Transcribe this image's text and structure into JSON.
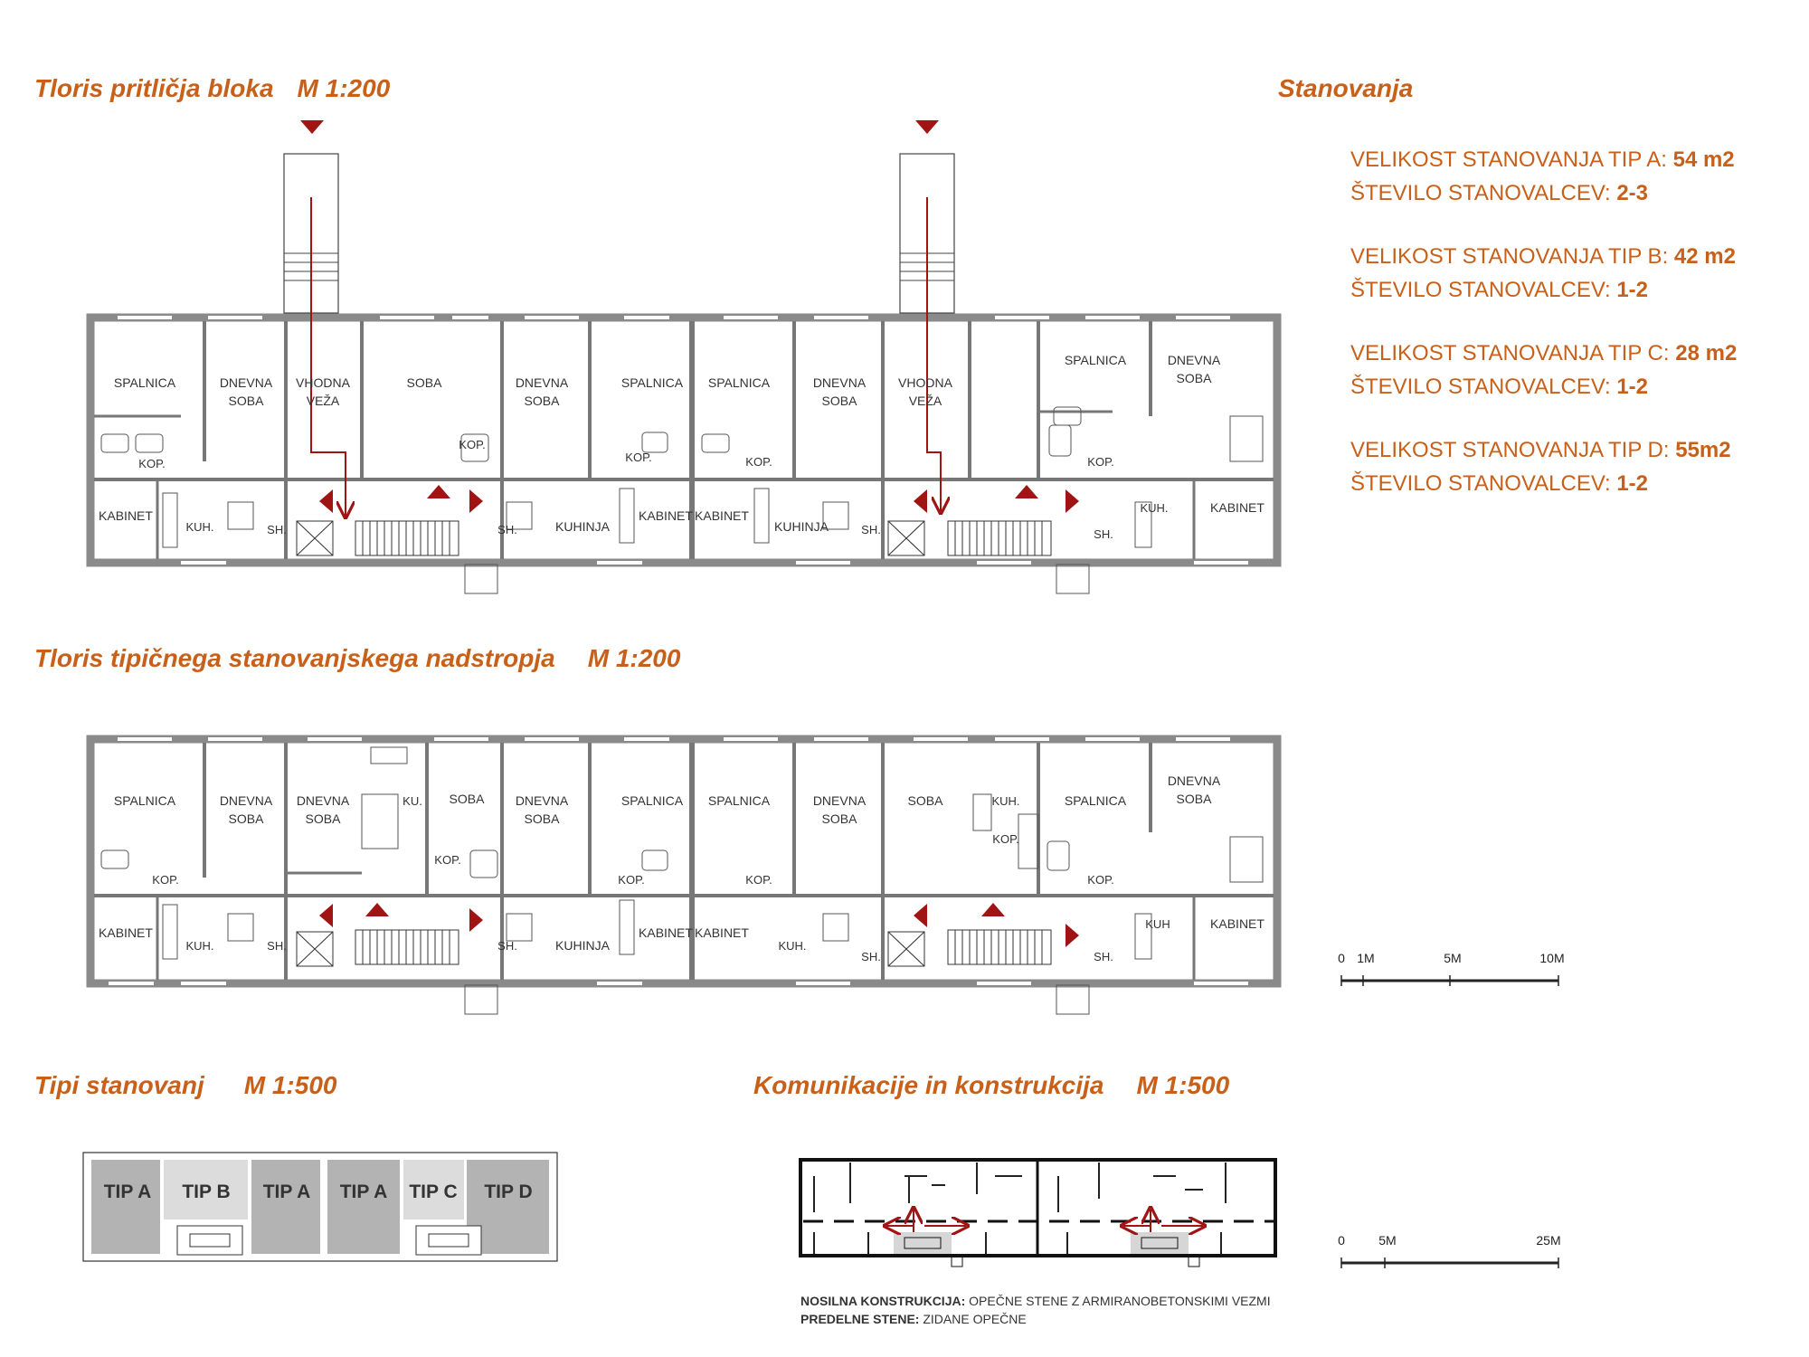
{
  "headings": {
    "ground_floor": {
      "title": "Tloris pritličja bloka",
      "scale": "M 1:200"
    },
    "typical_floor": {
      "title": "Tloris tipičnega stanovanjskega nadstropja",
      "scale": "M 1:200"
    },
    "types": {
      "title": "Tipi stanovanj",
      "scale": "M 1:500"
    },
    "communications": {
      "title": "Komunikacije in konstrukcija",
      "scale": "M 1:500"
    },
    "apartments": "Stanovanja"
  },
  "apartment_stats": [
    {
      "size_label": "VELIKOST STANOVANJA TIP A:",
      "size_value": "54 m2",
      "occupants_label": "ŠTEVILO STANOVALCEV:",
      "occupants_value": "2-3"
    },
    {
      "size_label": "VELIKOST STANOVANJA TIP B:",
      "size_value": "42 m2",
      "occupants_label": "ŠTEVILO STANOVALCEV:",
      "occupants_value": "1-2"
    },
    {
      "size_label": "VELIKOST STANOVANJA TIP C:",
      "size_value": "28 m2",
      "occupants_label": "ŠTEVILO STANOVALCEV:",
      "occupants_value": "1-2"
    },
    {
      "size_label": "VELIKOST STANOVANJA TIP D:",
      "size_value": "55m2",
      "occupants_label": "ŠTEVILO STANOVALCEV:",
      "occupants_value": "1-2"
    }
  ],
  "ground_rooms": {
    "spalnica_1": "SPALNICA",
    "dnevna_1a": "DNEVNA",
    "dnevna_1b": "SOBA",
    "vhodna_1a": "VHODNA",
    "vhodna_1b": "VEŽA",
    "soba_1": "SOBA",
    "dnevna_2a": "DNEVNA",
    "dnevna_2b": "SOBA",
    "spalnica_2": "SPALNICA",
    "spalnica_3": "SPALNICA",
    "dnevna_3a": "DNEVNA",
    "dnevna_3b": "SOBA",
    "vhodna_2a": "VHODNA",
    "vhodna_2b": "VEŽA",
    "spalnica_4": "SPALNICA",
    "dnevna_4a": "DNEVNA",
    "dnevna_4b": "SOBA",
    "kop_1": "KOP.",
    "kop_2": "KOP.",
    "kop_3": "KOP.",
    "kop_4": "KOP.",
    "kop_5": "KOP.",
    "kabinet_1": "KABINET",
    "kuh_1": "KUH.",
    "sh_1": "SH.",
    "sh_2": "SH.",
    "kuhinja_1": "KUHINJA",
    "kabinet_2": "KABINET",
    "kabinet_3": "KABINET",
    "kuhinja_2": "KUHINJA",
    "sh_3": "SH.",
    "sh_4": "SH.",
    "kuh_2": "KUH.",
    "kabinet_4": "KABINET"
  },
  "typical_rooms": {
    "spalnica_1": "SPALNICA",
    "dnevna_1a": "DNEVNA",
    "dnevna_1b": "SOBA",
    "dnevna_2a": "DNEVNA",
    "dnevna_2b": "SOBA",
    "ku_1": "KU.",
    "soba_1": "SOBA",
    "kop_1": "KOP.",
    "dnevna_3a": "DNEVNA",
    "dnevna_3b": "SOBA",
    "spalnica_2": "SPALNICA",
    "spalnica_3": "SPALNICA",
    "dnevna_4a": "DNEVNA",
    "dnevna_4b": "SOBA",
    "soba_2": "SOBA",
    "kuh_1": "KUH.",
    "kop_2": "KOP.",
    "spalnica_4": "SPALNICA",
    "dnevna_5a": "DNEVNA",
    "dnevna_5b": "SOBA",
    "kop_3": "KOP.",
    "kop_4": "KOP.",
    "kop_5": "KOP.",
    "kop_6": "KOP.",
    "kabinet_1": "KABINET",
    "kuh_2": "KUH.",
    "sh_1": "SH.",
    "sh_2": "SH.",
    "kuhinja_1": "KUHINJA",
    "kabinet_2": "KABINET",
    "kabinet_3": "KABINET",
    "kuh_3": "KUH.",
    "sh_3": "SH.",
    "sh_4": "SH.",
    "kuh_4": "KUH",
    "kabinet_4": "KABINET"
  },
  "scale_bar_1": {
    "t0": "0",
    "t1": "1M",
    "t2": "5M",
    "t3": "10M"
  },
  "scale_bar_2": {
    "t0": "0",
    "t1": "5M",
    "t2": "25M"
  },
  "types_diagram": [
    "TIP A",
    "TIP B",
    "TIP A",
    "TIP A",
    "TIP C",
    "TIP D"
  ],
  "notes": {
    "load_label": "NOSILNA KONSTRUKCIJA:",
    "load_value": "OPEČNE STENE Z ARMIRANOBETONSKIMI VEZMI",
    "partition_label": "PREDELNE STENE:",
    "partition_value": "ZIDANE OPEČNE"
  },
  "colors": {
    "accent": "#c8601a",
    "arrow": "#a01414",
    "wall": "#8a8a8a",
    "type_fill": "#b3b3b3",
    "type_light": "#dcdcdc"
  }
}
